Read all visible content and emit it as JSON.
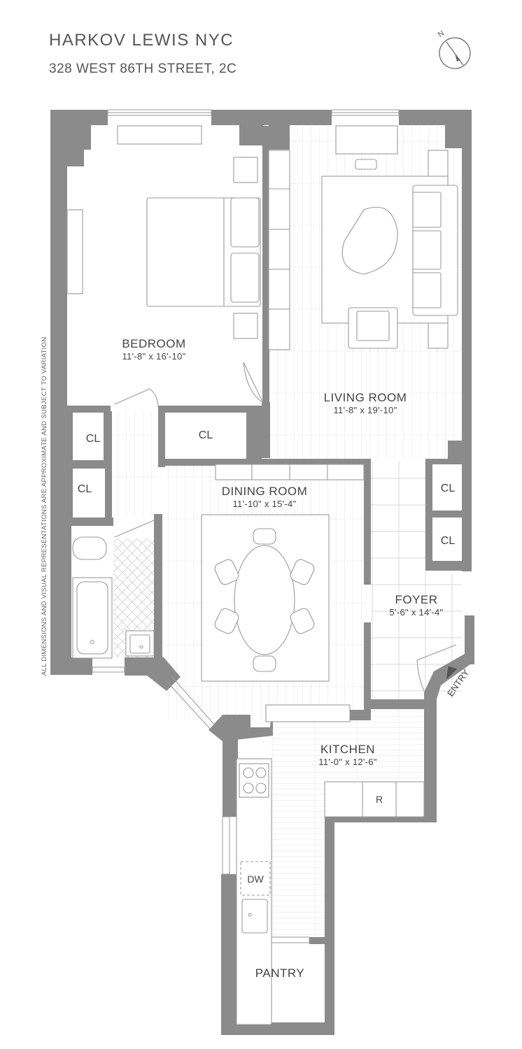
{
  "header": {
    "brand": "HARKOV LEWIS  NYC",
    "address": "328 WEST 86TH STREET, 2C"
  },
  "compass": {
    "label": "N"
  },
  "disclaimer": "ALL DIMENSIONS AND VISUAL REPRESENTATIONS ARE APPROXIMATE AND SUBJECT TO VARIATION",
  "rooms": {
    "bedroom": {
      "name": "BEDROOM",
      "dims": "11'-8\" x 16'-10\""
    },
    "living_room": {
      "name": "LIVING ROOM",
      "dims": "11'-8\" x 19'-10\""
    },
    "dining_room": {
      "name": "DINING ROOM",
      "dims": "11'-10\" x 15'-4\""
    },
    "foyer": {
      "name": "FOYER",
      "dims": "5'-6\" x 14'-4\""
    },
    "kitchen": {
      "name": "KITCHEN",
      "dims": "11'-0\" x 12'-6\""
    },
    "pantry": {
      "name": "PANTRY"
    }
  },
  "closets": [
    "CL",
    "CL",
    "CL",
    "CL",
    "CL"
  ],
  "appliances": {
    "refrigerator": "R",
    "dishwasher": "DW"
  },
  "entry": "ENTRY",
  "colors": {
    "wall": "#8a8a8a",
    "line": "#9a9a9a",
    "floor_line": "#d8d8d8"
  }
}
